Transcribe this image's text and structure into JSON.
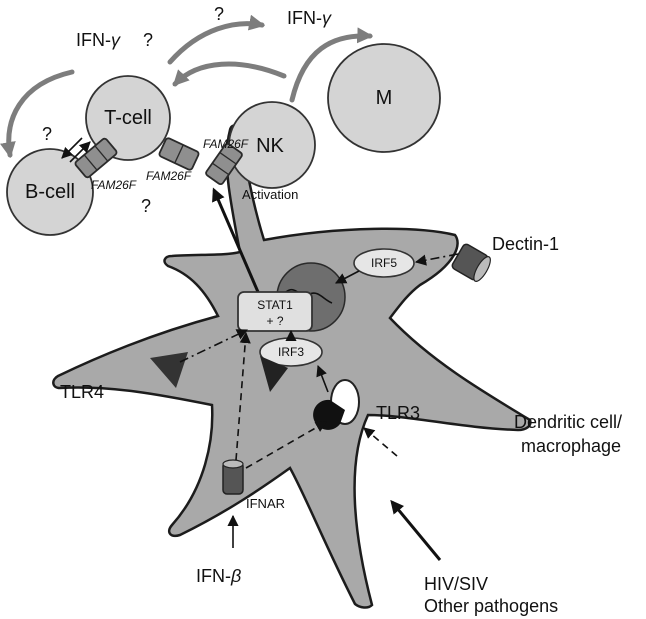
{
  "labels": {
    "tcell": "T-cell",
    "bcell": "B-cell",
    "nk": "NK",
    "m": "M",
    "ifng_left": "IFN-",
    "ifng_right": "IFN-",
    "gamma": "γ",
    "question": "?",
    "fam_tcell_bcell": "FAM26F",
    "fam_tcell_dc": "FAM26F",
    "fam_nk": "FAM26F",
    "activation": "Activation",
    "dectin": "Dectin-1",
    "irf5": "IRF5",
    "irf3": "IRF3",
    "stat1_line1": "STAT1",
    "stat1_line2": "+ ?",
    "tlr4": "TLR4",
    "tlr3": "TLR3",
    "dc_line1": "Dendritic cell/",
    "dc_line2": "macrophage",
    "ifnar": "IFNAR",
    "ifnb": "IFN-",
    "beta": "β",
    "hiv": "HIV/SIV",
    "pathogens": "Other pathogens"
  },
  "colors": {
    "cell_body": "#a9a9a9",
    "nucleus": "#6e6e6e",
    "cells": "#d4d4d4",
    "arrows_curved": "#7d7d7d"
  },
  "icons": {
    "receptor": "cylinder-receptor-icon",
    "tlr3": "pacman-receptor-icon",
    "tlr4": "triangle-receptor-icon"
  }
}
